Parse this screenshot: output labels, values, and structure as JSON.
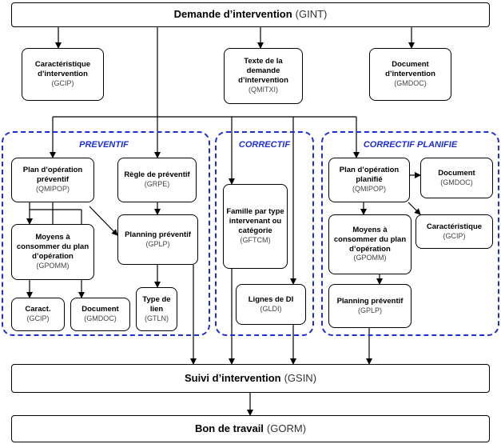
{
  "top": {
    "title": "Demande d’intervention",
    "code": "(GINT)"
  },
  "gcip_top": {
    "title": "Caractéristique d’intervention",
    "code": "(GCIP)"
  },
  "qmitxi": {
    "title": "Texte de la demande d’intervention",
    "code": "(QMITXI)"
  },
  "gmdoc_top": {
    "title": "Document d’intervention",
    "code": "(GMDOC)"
  },
  "groups": {
    "preventif": "PREVENTIF",
    "correctif": "CORRECTIF",
    "correctif_planifie": "CORRECTIF PLANIFIE"
  },
  "prev": {
    "qmipop": {
      "title": "Plan d’opération préventif",
      "code": "(QMIPOP)"
    },
    "grpe": {
      "title": "Règle de préventif",
      "code": "(GRPE)"
    },
    "gpomm": {
      "title": "Moyens à consommer du plan d’opération",
      "code": "(GPOMM)"
    },
    "gplp": {
      "title": "Planning préventif",
      "code": "(GPLP)"
    },
    "gcip": {
      "title": "Caract.",
      "code": "(GCIP)"
    },
    "gmdoc": {
      "title": "Document",
      "code": "(GMDOC)"
    },
    "gtln": {
      "title": "Type de lien",
      "code": "(GTLN)"
    }
  },
  "corr": {
    "gftcm": {
      "title": "Famille par type intervenant ou catégorie",
      "code": "(GFTCM)"
    },
    "gldi": {
      "title": "Lignes de DI",
      "code": "(GLDI)"
    }
  },
  "cplan": {
    "qmipop": {
      "title": "Plan d’opération planifié",
      "code": "(QMIPOP)"
    },
    "gmdoc": {
      "title": "Document",
      "code": "(GMDOC)"
    },
    "gpomm": {
      "title": "Moyens à consommer du plan d’opération",
      "code": "(GPOMM)"
    },
    "gcip": {
      "title": "Caractéristique",
      "code": "(GCIP)"
    },
    "gplp": {
      "title": "Planning préventif",
      "code": "(GPLP)"
    }
  },
  "suivi": {
    "title": "Suivi d’intervention",
    "code": "(GSIN)"
  },
  "bon": {
    "title": "Bon de travail",
    "code": "(GORM)"
  },
  "colors": {
    "line": "#000000",
    "group_border": "#1e2ed6",
    "group_label": "#1e2ed6"
  }
}
